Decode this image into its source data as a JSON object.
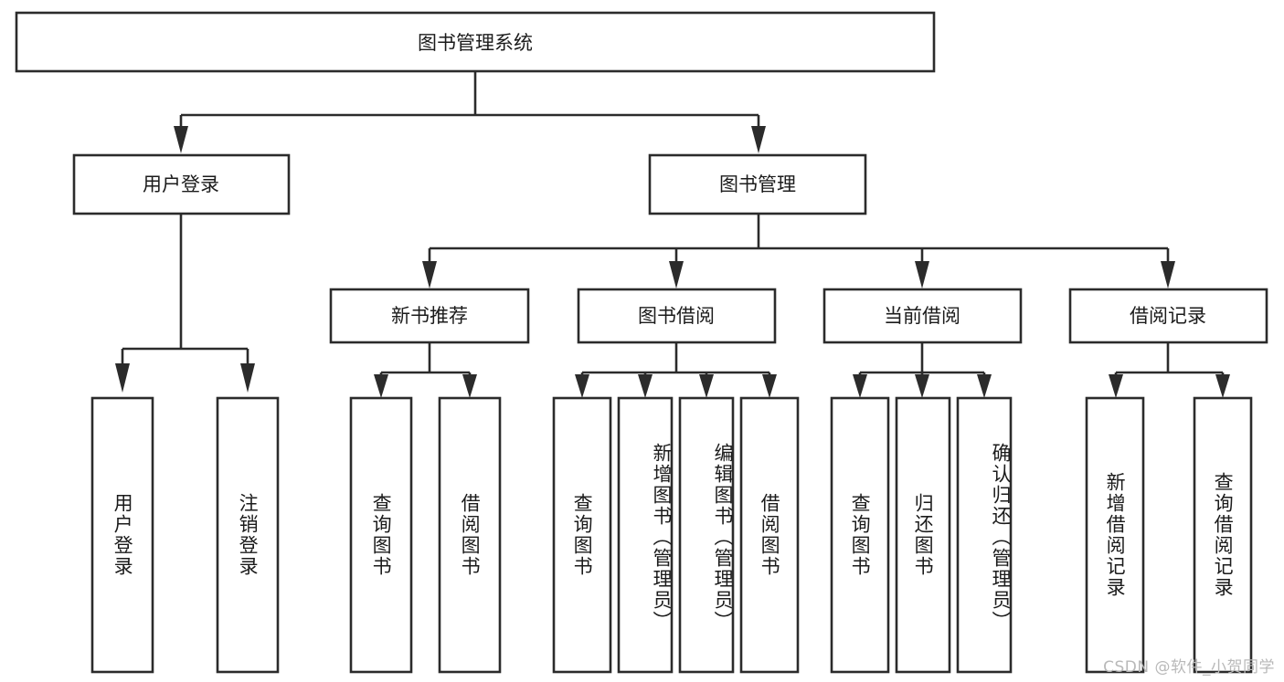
{
  "diagram": {
    "title": "图书管理系统",
    "type": "tree",
    "orientation": "top-down",
    "levels": 4,
    "colors": {
      "box_fill": "#ffffff",
      "box_stroke": "#2b2b2b",
      "text": "#1b1b1b",
      "watermark": "#b9b9b9",
      "background": "#ffffff"
    },
    "root": {
      "label": "图书管理系统"
    },
    "level2": [
      {
        "label": "用户登录"
      },
      {
        "label": "图书管理"
      }
    ],
    "level3": [
      {
        "label": "新书推荐"
      },
      {
        "label": "图书借阅"
      },
      {
        "label": "当前借阅"
      },
      {
        "label": "借阅记录"
      }
    ],
    "leaves": {
      "user_login": [
        {
          "label": "用户登录"
        },
        {
          "label": "注销登录"
        }
      ],
      "new_book_recommend": [
        {
          "label": "查询图书"
        },
        {
          "label": "借阅图书"
        }
      ],
      "book_borrow": [
        {
          "label": "查询图书"
        },
        {
          "label": "新增图书（管理员）"
        },
        {
          "label": "编辑图书（管理员）"
        },
        {
          "label": "借阅图书"
        }
      ],
      "current_borrow": [
        {
          "label": "查询图书"
        },
        {
          "label": "归还图书"
        },
        {
          "label": "确认归还（管理员）"
        }
      ],
      "borrow_record": [
        {
          "label": "新增借阅记录"
        },
        {
          "label": "查询借阅记录"
        }
      ]
    }
  },
  "watermark": {
    "text": "CSDN @软件_小贺同学"
  }
}
